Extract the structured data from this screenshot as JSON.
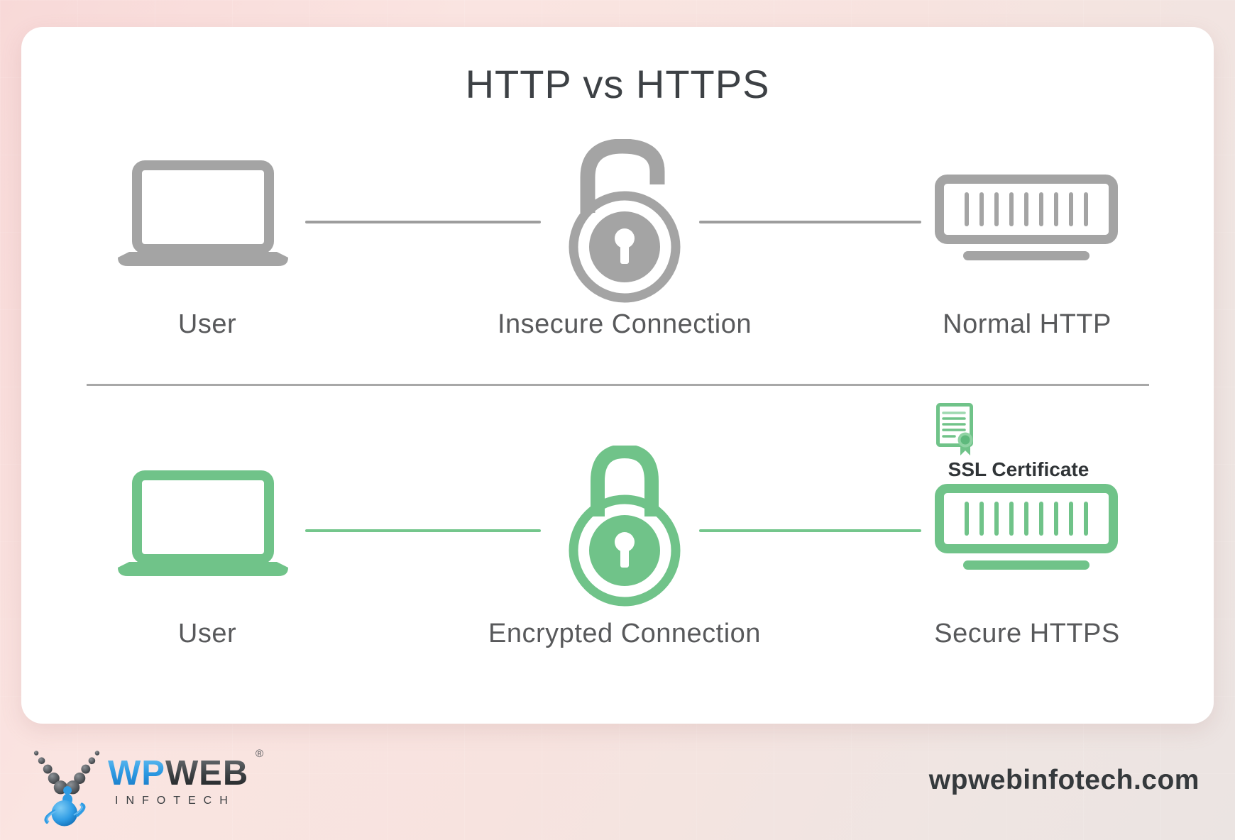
{
  "title": "HTTP vs HTTPS",
  "rows": [
    {
      "user_label": "User",
      "connection_label": "Insecure Connection",
      "server_label": "Normal HTTP",
      "lock_state": "open"
    },
    {
      "user_label": "User",
      "connection_label": "Encrypted Connection",
      "server_label": "Secure HTTPS",
      "certificate_label": "SSL Certificate",
      "lock_state": "closed"
    }
  ],
  "colors": {
    "insecure_gray": "#a4a4a4",
    "secure_green": "#70c389",
    "line_gray": "#9d9d9d",
    "line_green": "#74c68c",
    "label_text": "#58595b",
    "title_text": "#3d4145",
    "background_pink": "#f8d9d8"
  },
  "icons": {
    "user": "laptop-icon",
    "insecure": "open-padlock-icon",
    "secure": "closed-padlock-icon",
    "server": "server-icon",
    "certificate": "ssl-certificate-icon",
    "brand": "wpweb-globe-logo"
  },
  "footer": {
    "brand_primary": "WP",
    "brand_secondary": "WEB",
    "registered_mark": "®",
    "brand_subtitle": "INFOTECH",
    "website": "wpwebinfotech.com"
  }
}
